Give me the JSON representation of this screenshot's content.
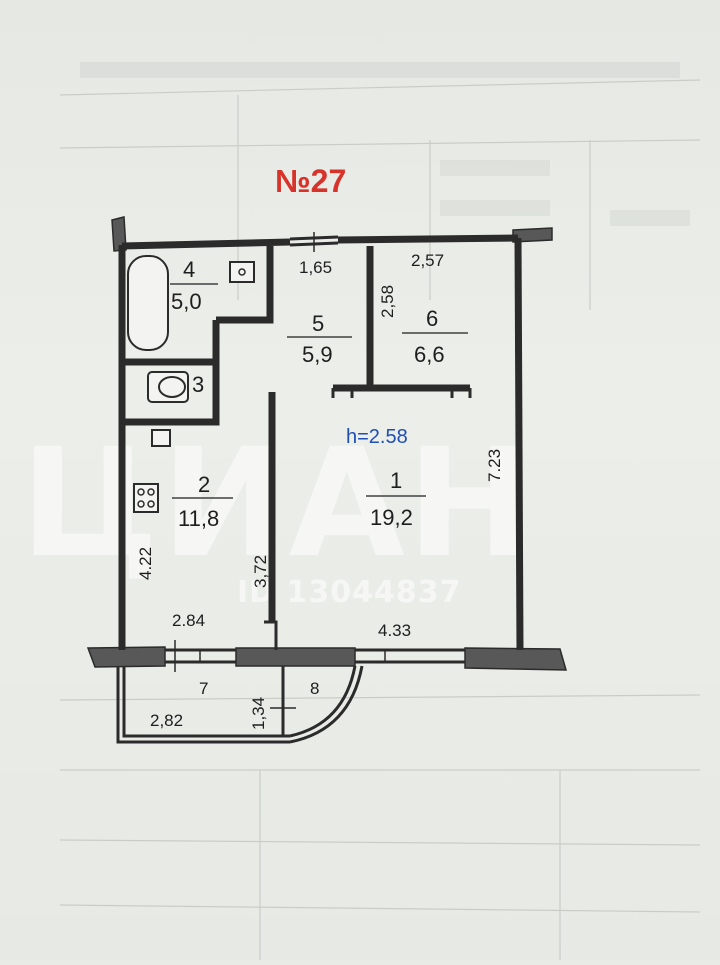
{
  "plan": {
    "number": "№27",
    "ceiling_height": "h=2.58",
    "rooms": [
      {
        "id": "room-1",
        "num": "1",
        "area": "19,2"
      },
      {
        "id": "room-2",
        "num": "2",
        "area": "11,8"
      },
      {
        "id": "room-3",
        "num": "3",
        "area": ""
      },
      {
        "id": "room-4",
        "num": "4",
        "area": "5,0"
      },
      {
        "id": "room-5",
        "num": "5",
        "area": "5,9"
      },
      {
        "id": "room-6",
        "num": "6",
        "area": "6,6"
      },
      {
        "id": "room-7",
        "num": "7",
        "area": ""
      },
      {
        "id": "room-8",
        "num": "8",
        "area": ""
      }
    ],
    "dimensions": {
      "top_window": "1,65",
      "room6_width": "2,57",
      "room6_depth": "2,58",
      "right_length": "7.23",
      "left_length": "4.22",
      "partition_length": "3,72",
      "kitchen_width": "2.84",
      "living_width": "4.33",
      "balcony_width": "2,82",
      "loggia_depth": "1,34"
    }
  },
  "watermark": {
    "brand": "ЦИАН",
    "listing_id": "ID 13044837"
  }
}
